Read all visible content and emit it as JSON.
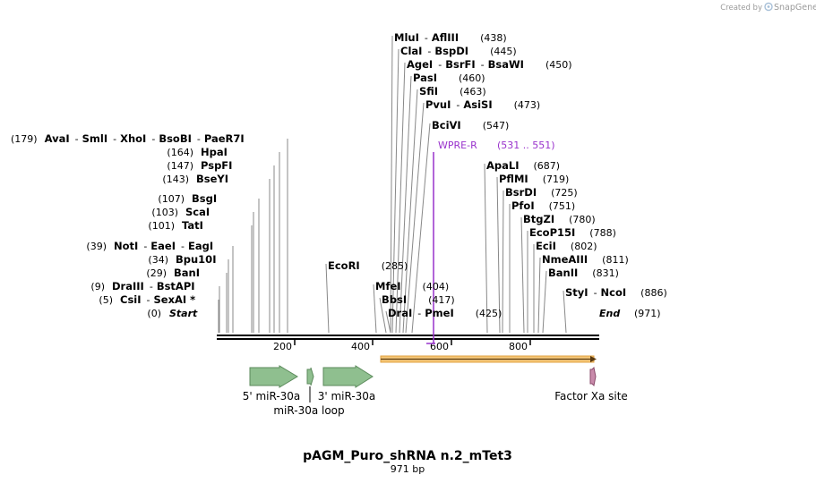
{
  "credit": {
    "created_by": "Created by",
    "brand": "SnapGene"
  },
  "title": "pAGM_Puro_shRNA n.2_mTet3",
  "length_label": "971 bp",
  "start_label": "Start",
  "start_pos": "(0)",
  "end_label": "End",
  "end_pos": "(971)",
  "ticks": [
    "200",
    "400",
    "600",
    "800"
  ],
  "colors": {
    "line": "#888888",
    "backbone": "#000000",
    "feature_green": "#8fbf8f",
    "feature_pink": "#c98bab",
    "orange_bar": "#f2a33a",
    "primer": "#9932cc"
  },
  "sites_left": [
    {
      "pos": "(179)",
      "names": [
        "AvaI",
        "SmlI",
        "XhoI",
        "BsoBI",
        "PaeR7I"
      ]
    },
    {
      "pos": "(164)",
      "names": [
        "HpaI"
      ]
    },
    {
      "pos": "(147)",
      "names": [
        "PspFI"
      ]
    },
    {
      "pos": "(143)",
      "names": [
        "BseYI"
      ]
    },
    {
      "pos": "(107)",
      "names": [
        "BsgI"
      ]
    },
    {
      "pos": "(103)",
      "names": [
        "ScaI"
      ]
    },
    {
      "pos": "(101)",
      "names": [
        "TatI"
      ]
    },
    {
      "pos": "(39)",
      "names": [
        "NotI",
        "EaeI",
        "EagI"
      ]
    },
    {
      "pos": "(34)",
      "names": [
        "Bpu10I"
      ]
    },
    {
      "pos": "(29)",
      "names": [
        "BanI"
      ]
    },
    {
      "pos": "(9)",
      "names": [
        "DraIII",
        "BstAPI"
      ]
    },
    {
      "pos": "(5)",
      "names": [
        "CsiI",
        "SexAI *"
      ]
    }
  ],
  "sites_center": [
    {
      "names": [
        "MluI",
        "AflIII"
      ],
      "pos": "(438)"
    },
    {
      "names": [
        "ClaI",
        "BspDI"
      ],
      "pos": "(445)"
    },
    {
      "names": [
        "AgeI",
        "BsrFI",
        "BsaWI"
      ],
      "pos": "(450)"
    },
    {
      "names": [
        "PasI"
      ],
      "pos": "(460)"
    },
    {
      "names": [
        "SfiI"
      ],
      "pos": "(463)"
    },
    {
      "names": [
        "PvuI",
        "AsiSI"
      ],
      "pos": "(473)"
    },
    {
      "names": [
        "BciVI"
      ],
      "pos": "(547)"
    },
    {
      "names": [
        "EcoRI"
      ],
      "pos": "(285)"
    },
    {
      "names": [
        "MfeI"
      ],
      "pos": "(404)"
    },
    {
      "names": [
        "BbsI"
      ],
      "pos": "(417)"
    },
    {
      "names": [
        "DraI",
        "PmeI"
      ],
      "pos": "(425)"
    }
  ],
  "sites_right": [
    {
      "names": [
        "ApaLI"
      ],
      "pos": "(687)"
    },
    {
      "names": [
        "PflMI"
      ],
      "pos": "(719)"
    },
    {
      "names": [
        "BsrDI"
      ],
      "pos": "(725)"
    },
    {
      "names": [
        "PfoI"
      ],
      "pos": "(751)"
    },
    {
      "names": [
        "BtgZI"
      ],
      "pos": "(780)"
    },
    {
      "names": [
        "EcoP15I"
      ],
      "pos": "(788)"
    },
    {
      "names": [
        "EciI"
      ],
      "pos": "(802)"
    },
    {
      "names": [
        "NmeAIII"
      ],
      "pos": "(811)"
    },
    {
      "names": [
        "BanII"
      ],
      "pos": "(831)"
    },
    {
      "names": [
        "StyI",
        "NcoI"
      ],
      "pos": "(886)"
    }
  ],
  "primer": {
    "name": "WPRE-R",
    "range": "(531 .. 551)"
  },
  "features": [
    {
      "name": "5' miR-30a"
    },
    {
      "name": "miR-30a loop"
    },
    {
      "name": "3' miR-30a"
    },
    {
      "name": "Factor Xa site"
    }
  ]
}
